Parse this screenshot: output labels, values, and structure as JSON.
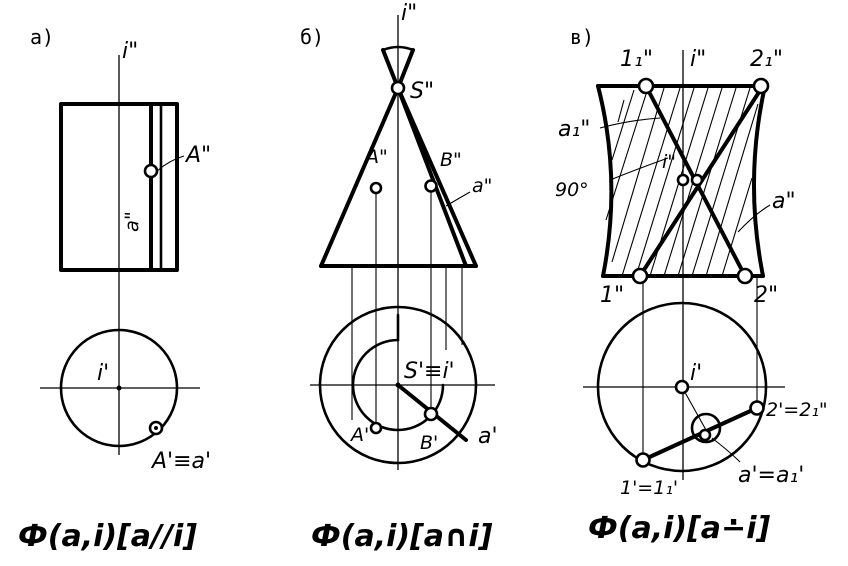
{
  "panels": [
    {
      "letter": "а)",
      "labels": {
        "axis_front": "i\"",
        "point_front": "A\"",
        "generatrix_front": "a\"",
        "axis_top": "i'",
        "point_top": "A'≡a'"
      },
      "formula": "Ф(a,i)[a//i]"
    },
    {
      "letter": "б)",
      "labels": {
        "axis_front": "i\"",
        "apex_front": "S\"",
        "point_a_front": "A\"",
        "point_b_front": "B\"",
        "generatrix_front": "a\"",
        "apex_top": "S'≡i'",
        "point_a_top": "A'",
        "point_b_top": "B'",
        "generatrix_top": "a'"
      },
      "formula": "Ф(a,i)[a∩i]"
    },
    {
      "letter": "в)",
      "labels": {
        "point_11_front": "1₁\"",
        "axis_front": "i\"",
        "point_21_front": "2₁\"",
        "generatrix1_front": "a₁\"",
        "angle": "90°",
        "axis_front_mid": "i\"",
        "generatrix_front": "a\"",
        "point_1_front": "1\"",
        "point_2_front": "2\"",
        "axis_top": "i'",
        "point_2_top": "2'=2₁\"",
        "generatrix_top": "a'=a₁'",
        "point_1_top": "1'=1₁'"
      },
      "formula": "Ф(a,i)[a∸i]"
    }
  ]
}
